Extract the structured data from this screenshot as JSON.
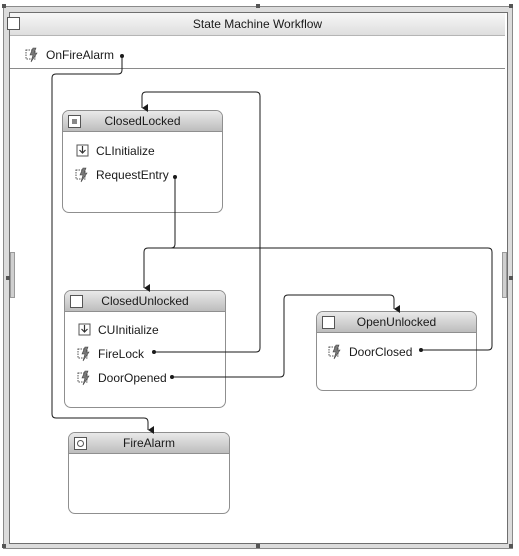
{
  "workflow": {
    "title": "State Machine Workflow",
    "event_driven": {
      "label": "OnFireAlarm"
    }
  },
  "states": {
    "closed_locked": {
      "title": "ClosedLocked",
      "activities": [
        {
          "label": "CLInitialize",
          "kind": "state-initialization-icon"
        },
        {
          "label": "RequestEntry",
          "kind": "event-driven-icon"
        }
      ]
    },
    "closed_unlocked": {
      "title": "ClosedUnlocked",
      "activities": [
        {
          "label": "CUInitialize",
          "kind": "state-initialization-icon"
        },
        {
          "label": "FireLock",
          "kind": "event-driven-icon"
        },
        {
          "label": "DoorOpened",
          "kind": "event-driven-icon"
        }
      ]
    },
    "open_unlocked": {
      "title": "OpenUnlocked",
      "activities": [
        {
          "label": "DoorClosed",
          "kind": "event-driven-icon"
        }
      ]
    },
    "fire_alarm": {
      "title": "FireAlarm",
      "activities": []
    }
  },
  "transitions": [
    {
      "from": "OnFireAlarm",
      "to": "FireAlarm"
    },
    {
      "from": "RequestEntry",
      "to": "ClosedUnlocked"
    },
    {
      "from": "FireLock",
      "to": "ClosedLocked"
    },
    {
      "from": "DoorOpened",
      "to": "OpenUnlocked"
    },
    {
      "from": "DoorClosed",
      "to": "ClosedUnlocked"
    }
  ],
  "colors": {
    "state_header": "#c6c6c6",
    "connector": "#1a1a1a",
    "frame": "#8a8a8a"
  }
}
